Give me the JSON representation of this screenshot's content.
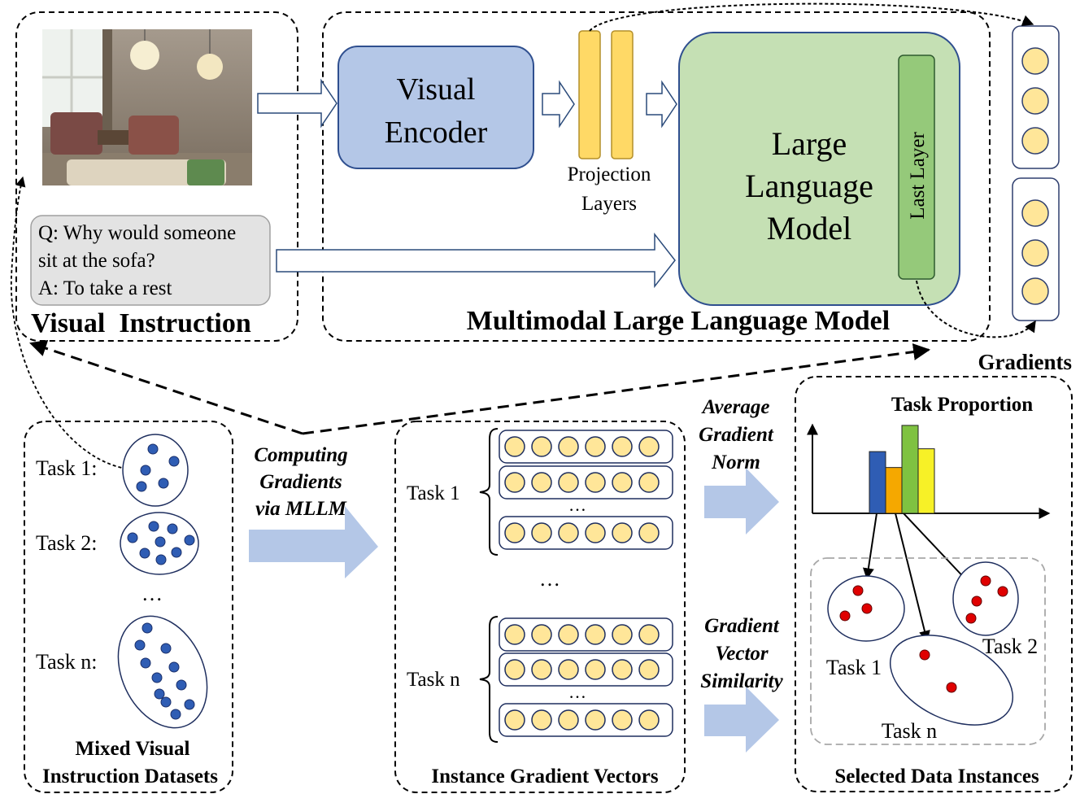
{
  "visual_instruction": {
    "title": "Visual  Instruction",
    "question_line1": "Q: Why would someone",
    "question_line2": "sit at the sofa?",
    "answer": "A: To take a rest"
  },
  "mllm": {
    "title": "Multimodal Large Language Model",
    "visual_encoder_line1": "Visual",
    "visual_encoder_line2": "Encoder",
    "projection_line1": "Projection",
    "projection_line2": "Layers",
    "llm_line1": "Large",
    "llm_line2": "Language",
    "llm_line3": "Model",
    "last_layer": "Last Layer"
  },
  "gradients_label": "Gradients",
  "datasets": {
    "task1": "Task 1:",
    "task2": "Task 2:",
    "ellipsis": "…",
    "taskn": "Task n:",
    "title_line1": "Mixed Visual",
    "title_line2": "Instruction Datasets"
  },
  "computing": {
    "line1": "Computing",
    "line2": "Gradients",
    "line3": "via MLLM"
  },
  "instance_vectors": {
    "task1": "Task 1",
    "taskn": "Task n",
    "ellipsis": "…",
    "title": "Instance Gradient Vectors"
  },
  "avg_norm": {
    "line1": "Average",
    "line2": "Gradient",
    "line3": "Norm"
  },
  "similarity": {
    "line1": "Gradient",
    "line2": "Vector",
    "line3": "Similarity"
  },
  "selected": {
    "task_proportion": "Task Proportion",
    "task1": "Task 1",
    "task2": "Task 2",
    "taskn": "Task n",
    "title": "Selected Data Instances"
  },
  "chart_data": {
    "type": "bar",
    "categories": [
      "",
      "",
      "",
      ""
    ],
    "values": [
      0.66,
      0.49,
      0.94,
      0.69
    ],
    "colors": [
      "#2f5db4",
      "#f5a800",
      "#7fc241",
      "#f7f127"
    ],
    "ylim": [
      0,
      1
    ]
  },
  "colors": {
    "encoder_fill": "#b4c7e7",
    "encoder_stroke": "#2f4f8f",
    "llm_fill": "#c5e0b4",
    "last_layer_fill": "#95c97a",
    "proj_fill": "#ffd966",
    "circle_fill": "#ffe699",
    "dot_blue": "#2f5db4",
    "dot_red": "#e00000",
    "flow_arrow": "#b4c7e7"
  }
}
